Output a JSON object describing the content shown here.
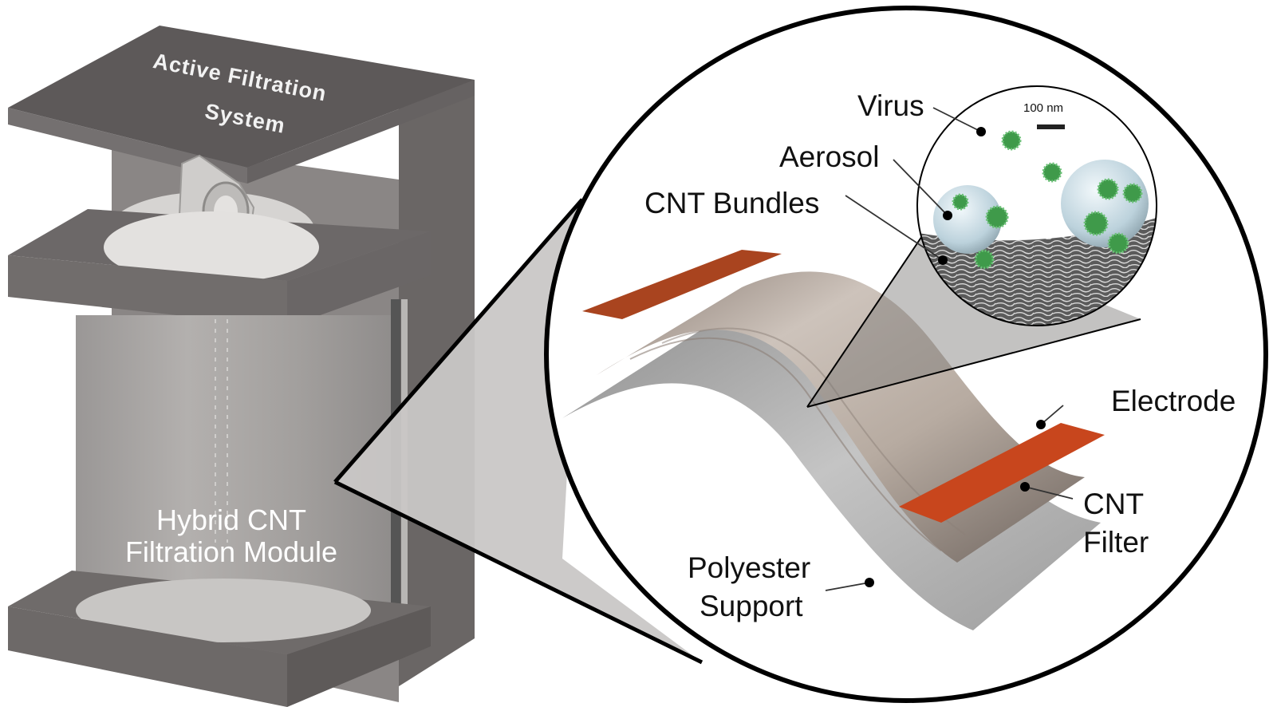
{
  "figure": {
    "cabinet_labels": {
      "top": [
        "Active Filtration",
        "System"
      ],
      "module": [
        "Hybrid CNT",
        "Filtration Module"
      ]
    },
    "layer_labels": {
      "electrode": "Electrode",
      "cnt_filter": [
        "CNT",
        "Filter"
      ],
      "polyester": [
        "Polyester",
        "Support"
      ]
    },
    "micro_labels": {
      "virus": "Virus",
      "aerosol": "Aerosol",
      "cnt_bundles": "CNT Bundles",
      "scale_bar": "100 nm"
    },
    "colors": {
      "cabinet_dark": "#5f5b5a",
      "cabinet_mid": "#7b7776",
      "cylinder": "#a7a4a2",
      "electrode": "#c2461f",
      "cnt_filter": "#b8aca3",
      "polyester": "#a9a9a9",
      "virus": "#3f9a4a",
      "aerosol": "#cfe0e8",
      "callout_cone": "#c9c7c6"
    }
  }
}
